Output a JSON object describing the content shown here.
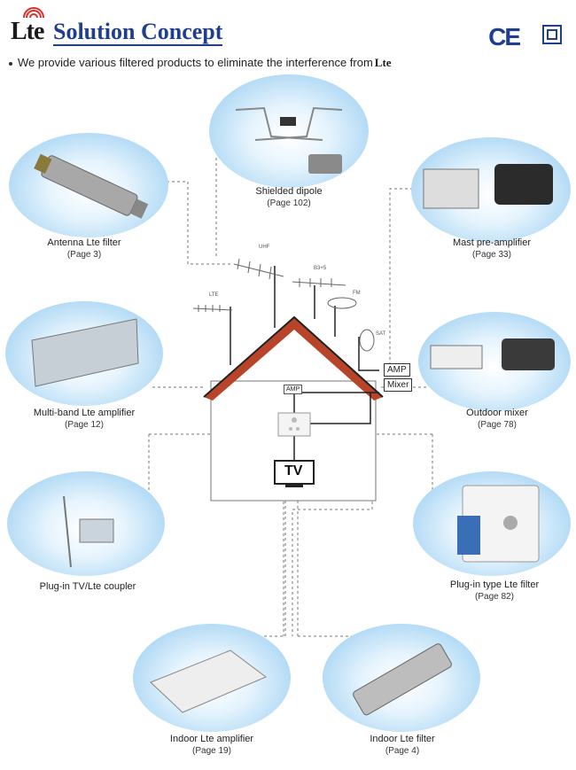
{
  "header": {
    "logo_text": "Lte",
    "title": "Solution Concept",
    "ce_mark": "CE"
  },
  "intro": {
    "text": "We provide various filtered products to eliminate the interference from",
    "logo_text": "Lte"
  },
  "products": [
    {
      "name": "Shielded dipole",
      "page": "(Page 102)"
    },
    {
      "name": "Antenna Lte filter",
      "page": "(Page 3)"
    },
    {
      "name": "Mast pre-amplifier",
      "page": "(Page 33)"
    },
    {
      "name": "Multi-band Lte amplifier",
      "page": "(Page 12)"
    },
    {
      "name": "Outdoor mixer",
      "page": "(Page 78)"
    },
    {
      "name": "Plug-in TV/Lte coupler",
      "page": ""
    },
    {
      "name": "Plug-in type Lte filter",
      "page": "(Page 82)"
    },
    {
      "name": "Indoor Lte amplifier",
      "page": "(Page 19)"
    },
    {
      "name": "Indoor Lte filter",
      "page": "(Page 4)"
    }
  ],
  "diagram": {
    "amp_label": "AMP",
    "mixer_label": "Mixer",
    "house_amp_label": "AMP",
    "tv_label": "TV",
    "antenna_labels": {
      "uhf": "UHF",
      "b3": "B3+5",
      "fm": "FM",
      "lte": "LTE",
      "sat": "SAT"
    }
  },
  "colors": {
    "title": "#1f3f8e",
    "roof": "#b8442a",
    "bubble": "#9fd0f2"
  },
  "icons": [
    "signal-waves-icon",
    "ce-mark-icon",
    "double-insulation-icon"
  ]
}
